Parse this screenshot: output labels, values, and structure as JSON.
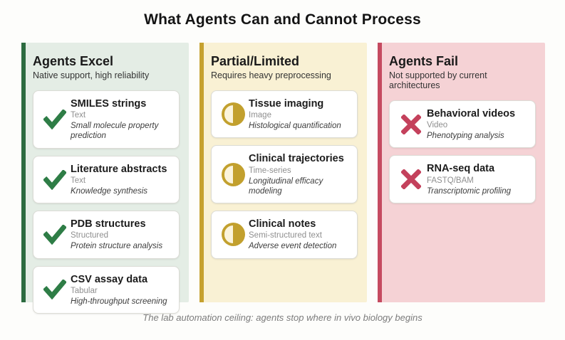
{
  "title": "What Agents Can and Cannot Process",
  "caption": "The lab automation ceiling: agents stop where in vivo biology begins",
  "palette": {
    "excel_accent": "#2c6b40",
    "excel_background": "#e4ede5",
    "check_icon_color": "#2e7d46",
    "partial_accent": "#c6a12f",
    "partial_background": "#f9f1d4",
    "half_circle_color": "#c2a02e",
    "fail_accent": "#c54a60",
    "fail_background": "#f5d2d5",
    "x_icon_color": "#c4415c"
  },
  "columns": [
    {
      "title": "Agents Excel",
      "subtitle": "Native support, high reliability",
      "icon": "check-icon",
      "cards": [
        {
          "title": "SMILES strings",
          "format": "Text",
          "use": "Small molecule property prediction"
        },
        {
          "title": "Literature abstracts",
          "format": "Text",
          "use": "Knowledge synthesis"
        },
        {
          "title": "PDB structures",
          "format": "Structured",
          "use": "Protein structure analysis"
        },
        {
          "title": "CSV assay data",
          "format": "Tabular",
          "use": "High-throughput screening"
        }
      ]
    },
    {
      "title": "Partial/Limited",
      "subtitle": "Requires heavy preprocessing",
      "icon": "half-circle-icon",
      "cards": [
        {
          "title": "Tissue imaging",
          "format": "Image",
          "use": "Histological quantification"
        },
        {
          "title": "Clinical trajectories",
          "format": "Time-series",
          "use": "Longitudinal efficacy modeling"
        },
        {
          "title": "Clinical notes",
          "format": "Semi-structured text",
          "use": "Adverse event detection"
        }
      ]
    },
    {
      "title": "Agents Fail",
      "subtitle": "Not supported by current architectures",
      "icon": "x-icon",
      "cards": [
        {
          "title": "Behavioral videos",
          "format": "Video",
          "use": "Phenotyping analysis"
        },
        {
          "title": "RNA-seq data",
          "format": "FASTQ/BAM",
          "use": "Transcriptomic profiling"
        }
      ]
    }
  ]
}
